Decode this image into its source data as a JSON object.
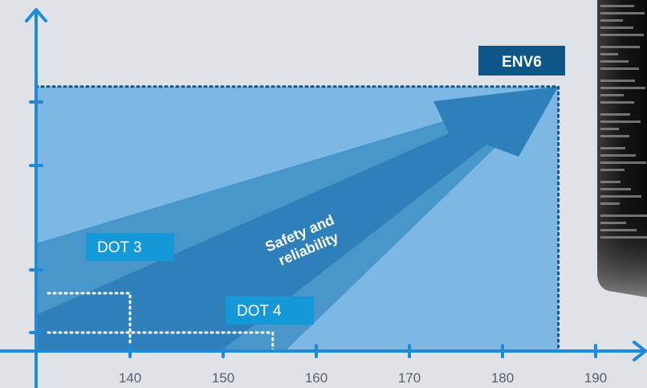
{
  "chart_data": {
    "type": "area",
    "x_ticks": [
      "140",
      "150",
      "160",
      "170",
      "180",
      "190"
    ],
    "xlim": [
      130,
      195
    ],
    "series": [
      {
        "name": "DOT 3",
        "x_end": 140,
        "level": 1
      },
      {
        "name": "DOT 4",
        "x_end": 155.5,
        "level": 0.35
      },
      {
        "name": "ENV6",
        "x_end": 186,
        "level": 4.6
      }
    ],
    "arrow_label": [
      "Safety and",
      "reliability"
    ]
  },
  "colors": {
    "background": "#dfe3e8",
    "axis": "#1f8ad6",
    "light_area": "#7db8e5",
    "band": "#3f8fc6",
    "dark_arrow": "#2f80ba",
    "dot3_tag": "#1598d8",
    "dot4_tag": "#1598d8",
    "env6_tag": "#0e5588",
    "dotted_white": "#ffffff",
    "dotted_navy": "#0e5588"
  },
  "decor": {
    "product_image": "brake-fluid-container"
  }
}
